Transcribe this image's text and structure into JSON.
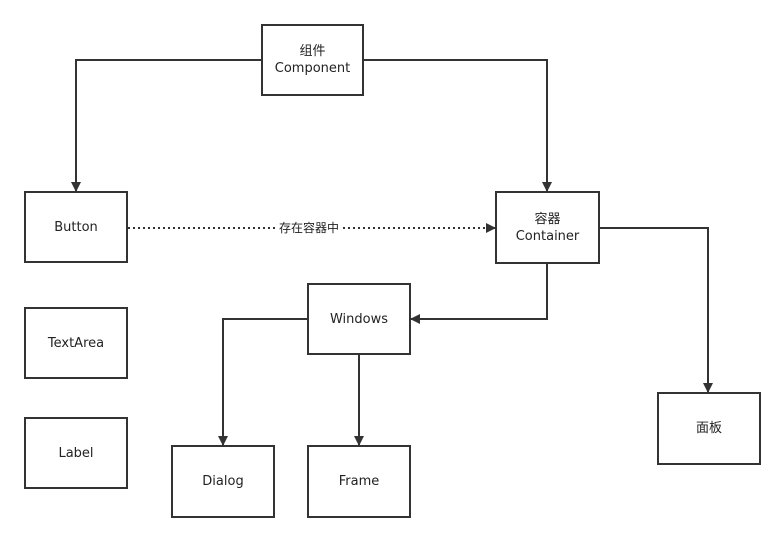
{
  "nodes": {
    "component": {
      "line1": "组件",
      "line2": "Component"
    },
    "button": {
      "label": "Button"
    },
    "container": {
      "line1": "容器",
      "line2": "Container"
    },
    "textarea": {
      "label": "TextArea"
    },
    "label": {
      "label": "Label"
    },
    "windows": {
      "label": "Windows"
    },
    "panel": {
      "label": "面板"
    },
    "dialog": {
      "label": "Dialog"
    },
    "frame": {
      "label": "Frame"
    }
  },
  "edges": {
    "button_to_container": {
      "label": "存在容器中",
      "style": "dotted"
    }
  },
  "colors": {
    "stroke": "#333333",
    "text": "#222222",
    "background": "#ffffff"
  }
}
